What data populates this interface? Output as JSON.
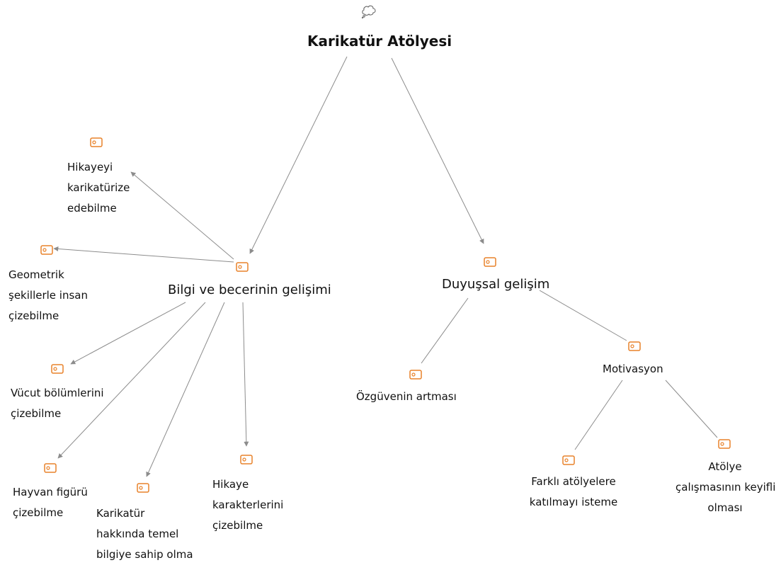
{
  "map": {
    "root": {
      "title": "Karikatür Atölyesi",
      "icon": "thought-bubble-icon"
    },
    "branches": [
      {
        "label": "Bilgi ve becerinin gelişimi",
        "icon": "note-icon",
        "children": [
          {
            "label": "Hikayeyi\nkarikatürize\nedebilme",
            "icon": "note-icon"
          },
          {
            "label": "Geometrik\nşekillerle insan\nçizebilme",
            "icon": "note-icon"
          },
          {
            "label": "Vücut bölümlerini\nçizebilme",
            "icon": "note-icon"
          },
          {
            "label": "Hayvan figürü\nçizebilme",
            "icon": "note-icon"
          },
          {
            "label": "Karikatür\nhakkında temel\nbilgiye sahip olma",
            "icon": "note-icon"
          },
          {
            "label": "Hikaye\nkarakterlerini\nçizebilme",
            "icon": "note-icon"
          }
        ]
      },
      {
        "label": "Duyuşsal gelişim",
        "icon": "note-icon",
        "children": [
          {
            "label": "Özgüvenin artması",
            "icon": "note-icon"
          },
          {
            "label": "Motivasyon",
            "icon": "note-icon",
            "children": [
              {
                "label": "Farklı atölyelere\nkatılmayı isteme",
                "icon": "note-icon"
              },
              {
                "label": "Atölye\nçalışmasının keyifli\nolması",
                "icon": "note-icon"
              }
            ]
          }
        ]
      }
    ]
  },
  "colors": {
    "icon": "#e8822a",
    "line": "#8c8c8c",
    "text": "#111111"
  }
}
